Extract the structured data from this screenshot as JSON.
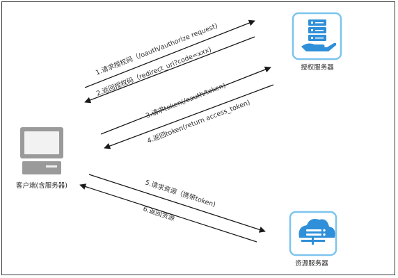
{
  "nodes": {
    "client": {
      "label": "客户端(含服务器)",
      "icon": "desktop-computer-icon"
    },
    "auth_server": {
      "label": "授权服务器",
      "icon": "server-hand-icon",
      "color": "#2f8fd8"
    },
    "resource_server": {
      "label": "资源服务器",
      "icon": "cloud-server-icon",
      "color": "#2f8fd8"
    }
  },
  "edges": [
    {
      "id": "e1",
      "label": "1.请求授权码（/oauth/authorize request)"
    },
    {
      "id": "e2",
      "label": "2.返回授权码（redirect_uri?code=xxx)"
    },
    {
      "id": "e3",
      "label": "3.请求token(/oauth/token)"
    },
    {
      "id": "e4",
      "label": "4.返回token(return access_token)"
    },
    {
      "id": "e5",
      "label": "5.请求资源（携带token)"
    },
    {
      "id": "e6",
      "label": "6.返回资源"
    }
  ],
  "colors": {
    "arrow": "#1a1a1a",
    "icon_blue": "#2f8fd8",
    "icon_border": "#7cc4ee",
    "computer_gray": "#9a9a9a"
  }
}
